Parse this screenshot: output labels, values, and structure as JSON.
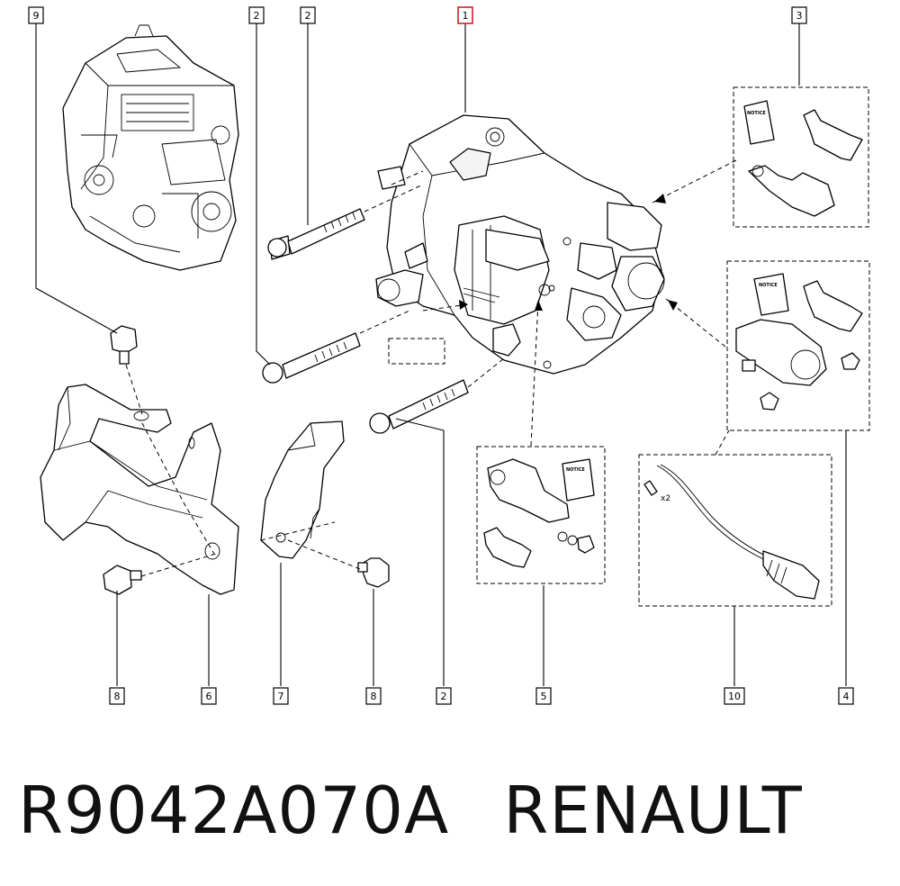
{
  "callouts": {
    "c9": "9",
    "c2a": "2",
    "c2b": "2",
    "c1": "1",
    "c3": "3",
    "c8a": "8",
    "c6": "6",
    "c7": "7",
    "c8b": "8",
    "c2c": "2",
    "c5": "5",
    "c10": "10",
    "c4": "4"
  },
  "labels": {
    "notice": "NOTICE",
    "qty_x2": "x2"
  },
  "footer": {
    "part_number": "R9042A070A",
    "brand": "RENAULT"
  },
  "colors": {
    "highlight_box": "#d21f2b",
    "line": "#000000"
  }
}
